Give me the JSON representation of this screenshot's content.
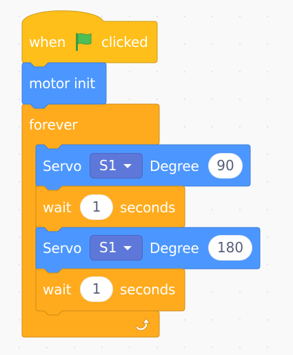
{
  "colors": {
    "events": "#ffbf1a",
    "control": "#ffab1d",
    "motion": "#4c97ff",
    "dropdown": "#5e78d9",
    "flag": "#4cbf56"
  },
  "hat_block": {
    "label_when": "when",
    "flag_icon": "green-flag-icon",
    "label_clicked": "clicked"
  },
  "motor_init_block": {
    "label": "motor init"
  },
  "forever_block": {
    "label": "forever",
    "loop_icon": "loop-arrow-icon"
  },
  "servo_blocks": [
    {
      "label": "Servo",
      "port": "S1",
      "degree_label": "Degree",
      "degree": "90"
    },
    {
      "label": "Servo",
      "port": "S1",
      "degree_label": "Degree",
      "degree": "180"
    }
  ],
  "wait_blocks": [
    {
      "label": "wait",
      "value": "1",
      "unit": "seconds"
    },
    {
      "label": "wait",
      "value": "1",
      "unit": "seconds"
    }
  ]
}
